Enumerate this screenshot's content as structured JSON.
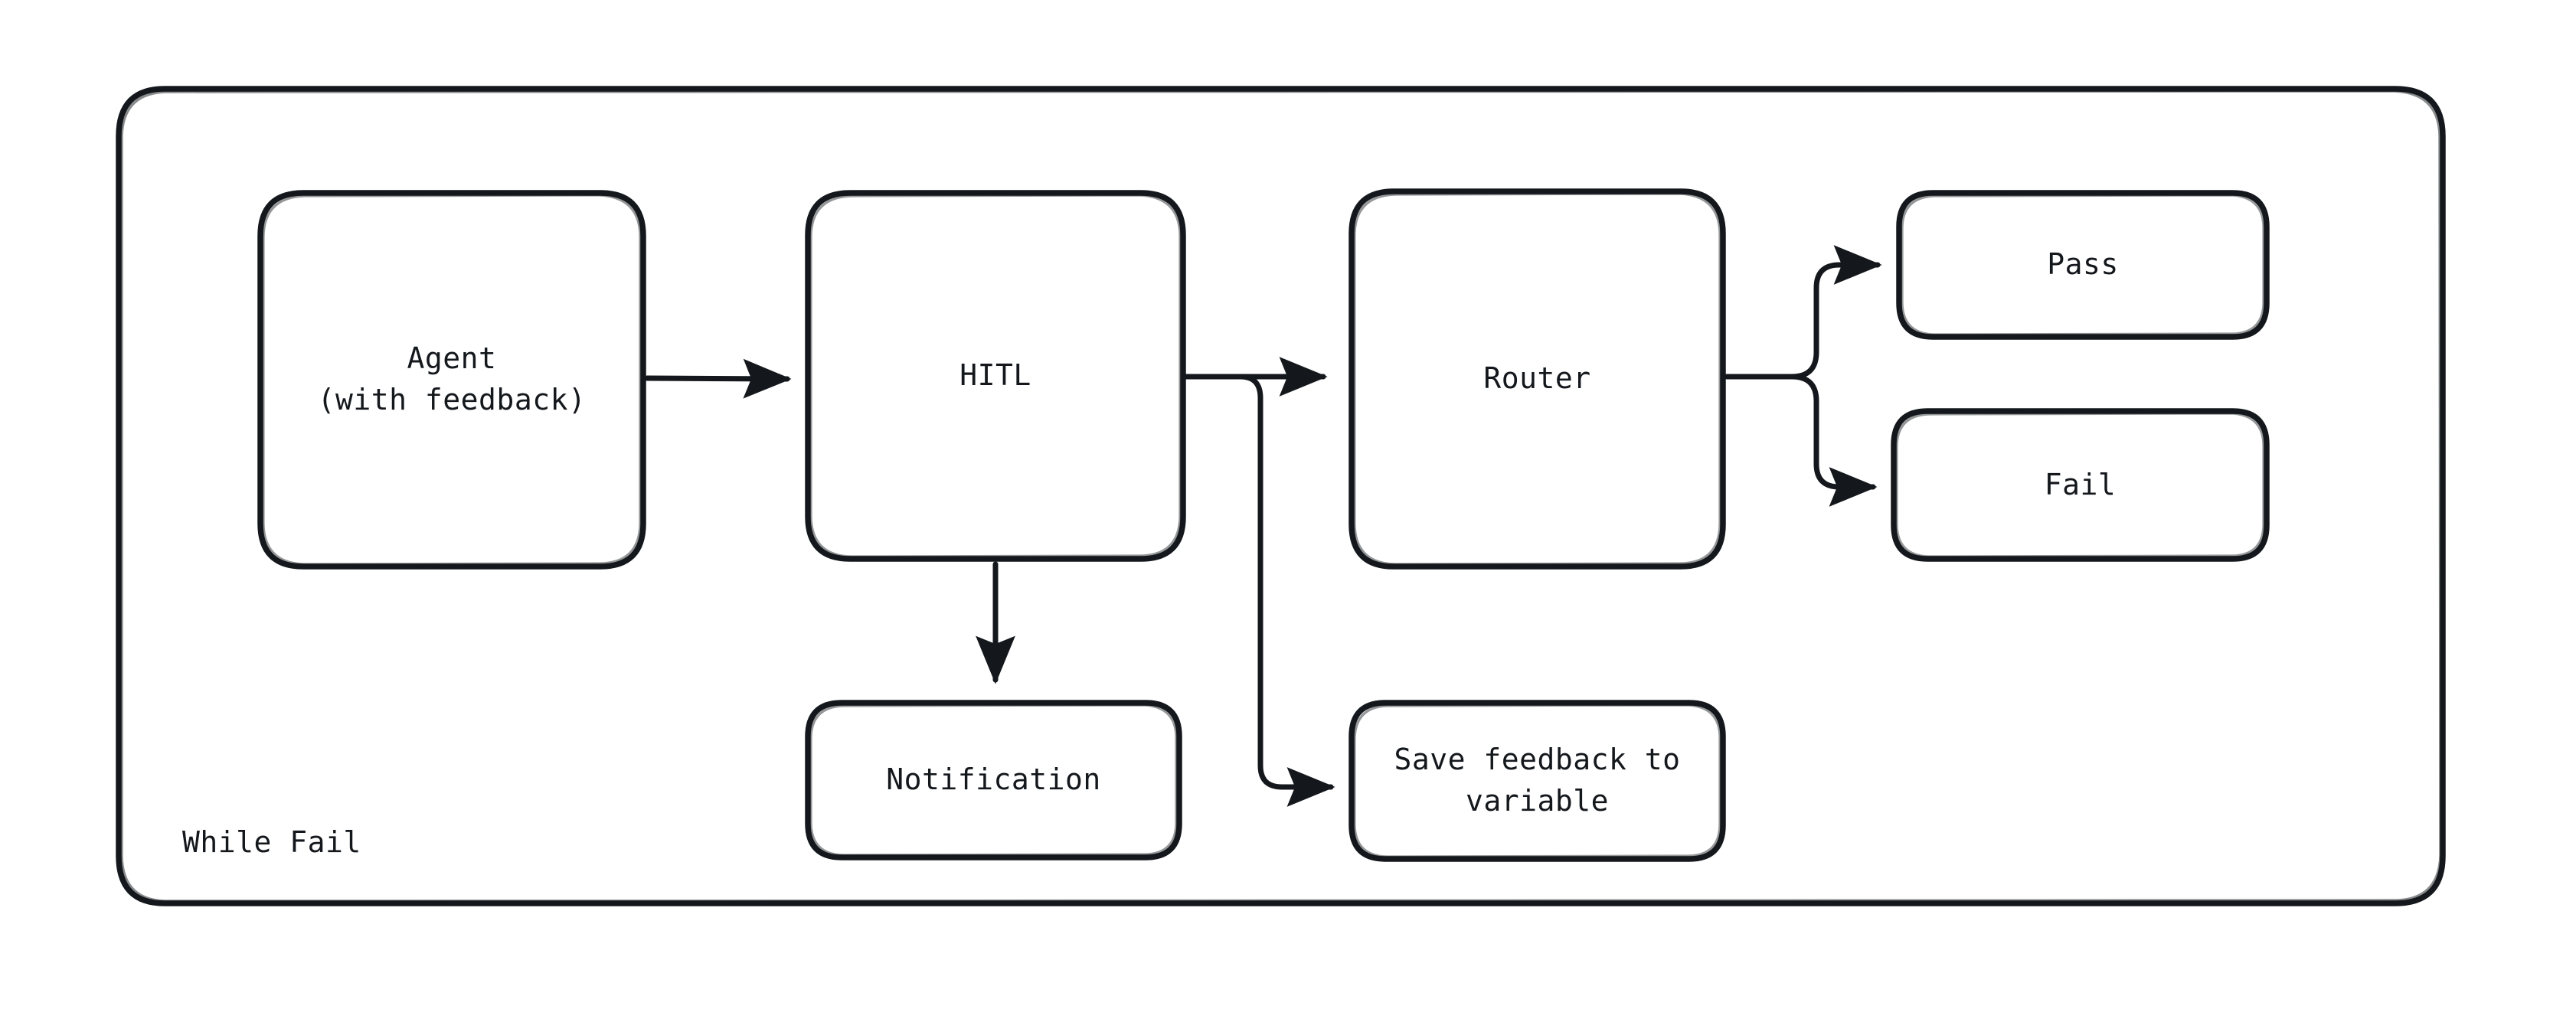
{
  "diagram": {
    "title": "While Fail",
    "stroke_color": "#14181c",
    "background_color": "#ffffff",
    "group": {
      "label": "While Fail",
      "shape": "rounded-rectangle"
    },
    "nodes": [
      {
        "id": "agent",
        "label": "Agent\n(with feedback)",
        "shape": "rounded-rectangle"
      },
      {
        "id": "hitl",
        "label": "HITL",
        "shape": "rounded-rectangle"
      },
      {
        "id": "router",
        "label": "Router",
        "shape": "rounded-rectangle"
      },
      {
        "id": "pass",
        "label": "Pass",
        "shape": "rounded-rectangle"
      },
      {
        "id": "fail",
        "label": "Fail",
        "shape": "rounded-rectangle"
      },
      {
        "id": "notification",
        "label": "Notification",
        "shape": "rounded-rectangle"
      },
      {
        "id": "savefeedback",
        "label": "Save feedback to\nvariable",
        "shape": "rounded-rectangle"
      }
    ],
    "edges": [
      {
        "from": "agent",
        "to": "hitl",
        "label": "",
        "arrow": true,
        "style": "straight"
      },
      {
        "from": "hitl",
        "to": "router",
        "label": "",
        "arrow": true,
        "style": "straight"
      },
      {
        "from": "hitl",
        "to": "notification",
        "label": "",
        "arrow": true,
        "style": "straight"
      },
      {
        "from": "hitl",
        "to": "savefeedback",
        "label": "",
        "arrow": true,
        "style": "elbow"
      },
      {
        "from": "router",
        "to": "pass",
        "label": "",
        "arrow": true,
        "style": "elbow"
      },
      {
        "from": "router",
        "to": "fail",
        "label": "",
        "arrow": true,
        "style": "elbow"
      }
    ]
  }
}
